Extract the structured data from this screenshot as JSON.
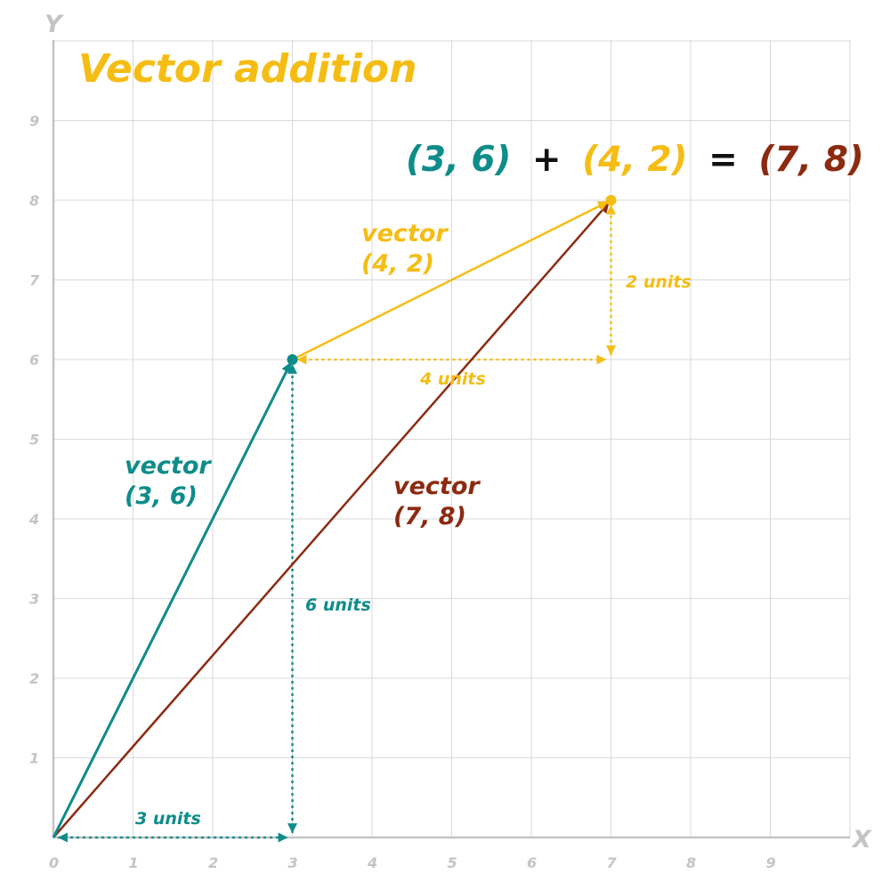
{
  "title": "Vector addition",
  "equation": {
    "a": "(3, 6)",
    "plus": "+",
    "b": "(4, 2)",
    "equals": "=",
    "result": "(7, 8)"
  },
  "axes": {
    "x_letter": "X",
    "y_letter": "Y",
    "x_ticks": [
      "0",
      "1",
      "2",
      "3",
      "4",
      "5",
      "6",
      "7",
      "8",
      "9"
    ],
    "y_ticks": [
      "1",
      "2",
      "3",
      "4",
      "5",
      "6",
      "7",
      "8",
      "9"
    ]
  },
  "colors": {
    "teal": "#0e8c8a",
    "gold": "#f5bd14",
    "brown": "#8c2a10",
    "black": "#111111",
    "grid": "#d9d9d9",
    "axis": "#c4c4c4"
  },
  "vectors": [
    {
      "id": "a",
      "from": [
        0,
        0
      ],
      "to": [
        3,
        6
      ],
      "word": "vector",
      "coords": "(3, 6)",
      "color": "teal"
    },
    {
      "id": "b",
      "from": [
        3,
        6
      ],
      "to": [
        7,
        8
      ],
      "word": "vector",
      "coords": "(4, 2)",
      "color": "gold"
    },
    {
      "id": "sum",
      "from": [
        0,
        0
      ],
      "to": [
        7,
        8
      ],
      "word": "vector",
      "coords": "(7, 8)",
      "color": "brown"
    }
  ],
  "components": [
    {
      "id": "a-x",
      "from": [
        0,
        0
      ],
      "to": [
        3,
        0
      ],
      "label": "3 units",
      "color": "teal"
    },
    {
      "id": "a-y",
      "from": [
        3,
        0
      ],
      "to": [
        3,
        6
      ],
      "label": "6 units",
      "color": "teal"
    },
    {
      "id": "b-x",
      "from": [
        3,
        6
      ],
      "to": [
        7,
        6
      ],
      "label": "4 units",
      "color": "gold"
    },
    {
      "id": "b-y",
      "from": [
        7,
        6
      ],
      "to": [
        7,
        8
      ],
      "label": "2 units",
      "color": "gold"
    }
  ]
}
